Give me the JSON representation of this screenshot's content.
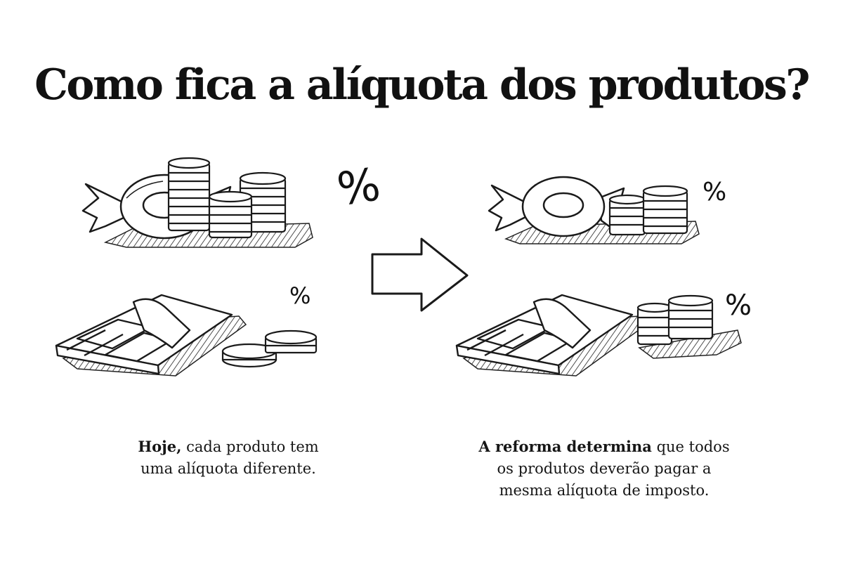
{
  "title": "Como fica a alíquota dos produtos?",
  "symbols": {
    "percent": "%"
  },
  "left_caption": {
    "bold": "Hoje,",
    "line1_rest": " cada produto tem",
    "line2": "uma alíquota diferente."
  },
  "right_caption": {
    "bold": "A reforma determina",
    "line1_rest": " que todos",
    "line2": "os produtos deverão pagar a",
    "line3": "mesma alíquota de imposto."
  }
}
